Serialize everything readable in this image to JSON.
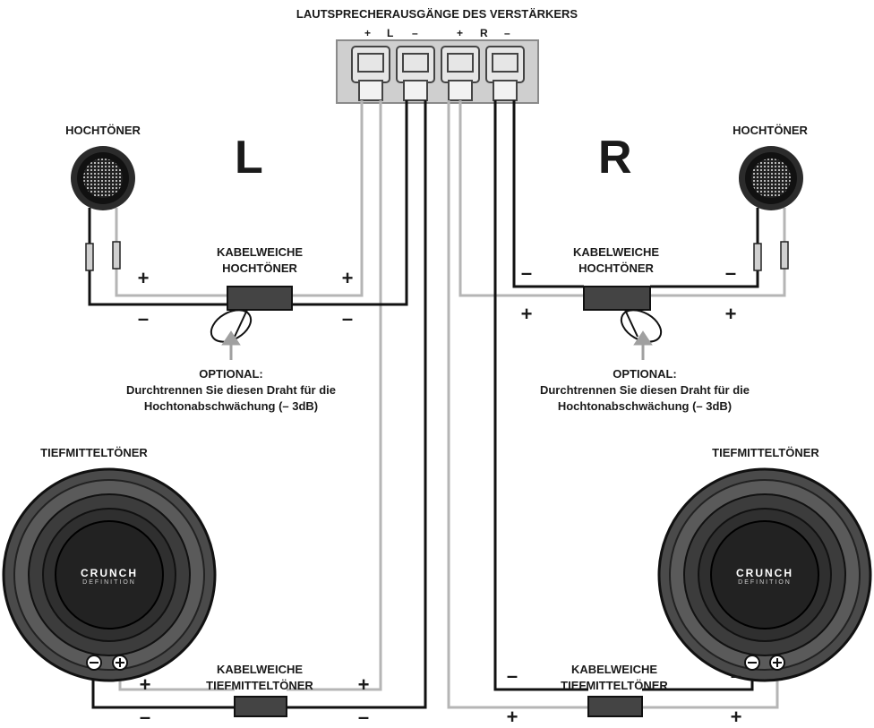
{
  "header": {
    "title": "LAUTSPRECHERAUSGÄNGE DES VERSTÄRKERS"
  },
  "terminals": [
    "+",
    "L",
    "–",
    "+",
    "R",
    "–"
  ],
  "channels": {
    "left": "L",
    "right": "R"
  },
  "tweeter": {
    "label": "HOCHTÖNER"
  },
  "crossover_tweeter": {
    "line1": "KABELWEICHE",
    "line2": "HOCHTÖNER"
  },
  "optional_note": {
    "line1": "OPTIONAL:",
    "line2": "Durchtrennen Sie diesen Draht für die",
    "line3": "Hochtonabschwächung (– 3dB)"
  },
  "woofer": {
    "label": "TIEFMITTELTÖNER",
    "brand": "CRUNCH",
    "brand_sub": "DEFINITION"
  },
  "crossover_woofer": {
    "line1": "KABELWEICHE",
    "line2": "TIEFMITTELTÖNER"
  },
  "signs": {
    "plus": "+",
    "minus": "–"
  },
  "colors": {
    "positive_wire": "#b5b5b5",
    "negative_wire": "#111111",
    "terminal_block": "#cfcfcf",
    "speaker_dark": "#3a3a3a"
  }
}
